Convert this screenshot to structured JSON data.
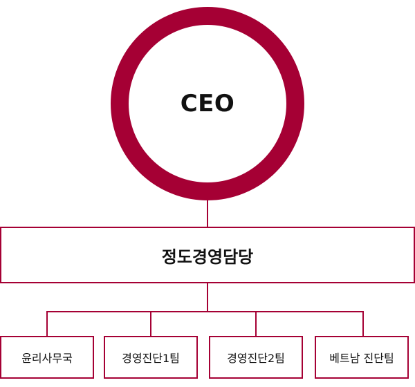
{
  "colors": {
    "accent": "#a50034"
  },
  "org": {
    "top": "CEO",
    "middle": "정도경영담당",
    "teams": [
      "윤리사무국",
      "경영진단1팀",
      "경영진단2팀",
      "베트남 진단팀"
    ]
  }
}
